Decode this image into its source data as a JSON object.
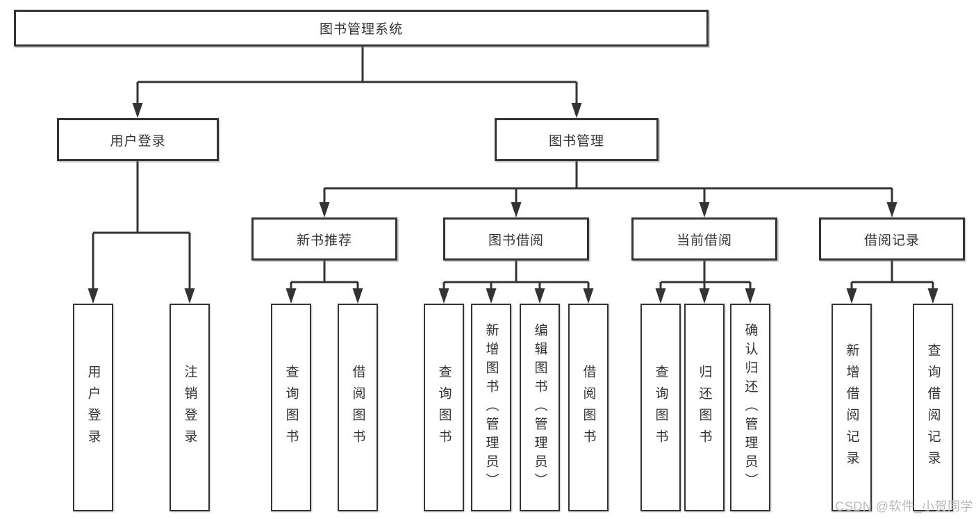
{
  "tree": {
    "root": "图书管理系统",
    "children": [
      {
        "label": "用户登录",
        "children": [
          "用户登录",
          "注销登录"
        ]
      },
      {
        "label": "图书管理",
        "children": [
          {
            "label": "新书推荐",
            "children": [
              "查询图书",
              "借阅图书"
            ]
          },
          {
            "label": "图书借阅",
            "children": [
              "查询图书",
              "新增图书（管理员）",
              "编辑图书（管理员）",
              "借阅图书"
            ]
          },
          {
            "label": "当前借阅",
            "children": [
              "查询图书",
              "归还图书",
              "确认归还（管理员）"
            ]
          },
          {
            "label": "借阅记录",
            "children": [
              "新增借阅记录",
              "查询借阅记录"
            ]
          }
        ]
      }
    ]
  },
  "watermark": {
    "text": "CSDN @软件_小贺同学",
    "color": "#b5bac0"
  },
  "style": {
    "line_color": "#333333",
    "box_border_color": "#333333",
    "text_color": "#333333",
    "background": "#ffffff"
  }
}
